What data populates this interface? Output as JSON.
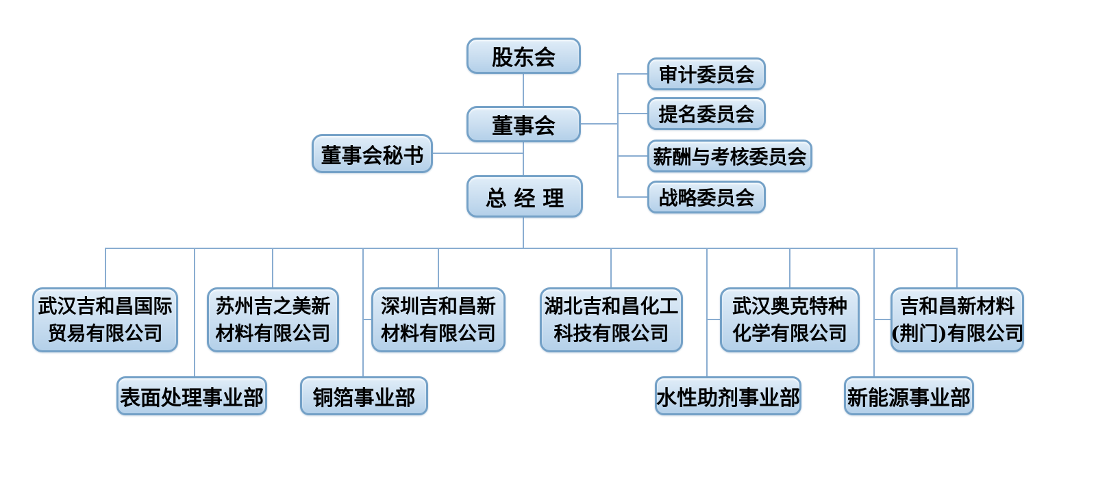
{
  "palette": {
    "box_fill_top": "#e0edf8",
    "box_fill_bottom": "#b4d0e9",
    "box_border": "#74a1c7",
    "connector_line": "#8aadd1",
    "text_color": "#000000",
    "background": "#ffffff"
  },
  "org": {
    "shareholders": {
      "label": "股东会"
    },
    "board": {
      "label": "董事会"
    },
    "board_secretary": {
      "label": "董事会秘书"
    },
    "general_manager": {
      "label": "总 经 理"
    },
    "board_committees": [
      {
        "label": "审计委员会"
      },
      {
        "label": "提名委员会"
      },
      {
        "label": "薪酬与考核委员会"
      },
      {
        "label": "战略委员会"
      }
    ],
    "subsidiaries": [
      {
        "line1": "武汉吉和昌国际",
        "line2": "贸易有限公司"
      },
      {
        "line1": "苏州吉之美新",
        "line2": "材料有限公司"
      },
      {
        "line1": "深圳吉和昌新",
        "line2": "材料有限公司"
      },
      {
        "line1": "湖北吉和昌化工",
        "line2": "科技有限公司"
      },
      {
        "line1": "武汉奥克特种",
        "line2": "化学有限公司"
      },
      {
        "line1": "吉和昌新材料",
        "line2": "(荆门)有限公司"
      }
    ],
    "divisions": [
      {
        "label": "表面处理事业部"
      },
      {
        "label": "铜箔事业部"
      },
      {
        "label": "水性助剂事业部"
      },
      {
        "label": "新能源事业部"
      }
    ]
  }
}
